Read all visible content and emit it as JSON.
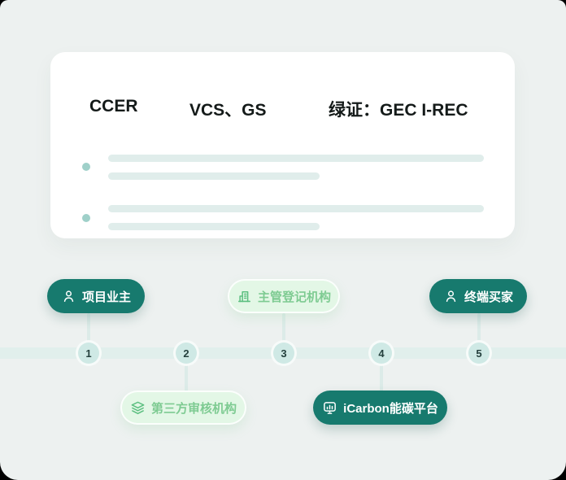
{
  "card": {
    "headers": [
      {
        "label": "CCER"
      },
      {
        "label": "VCS、GS"
      },
      {
        "label": "绿证：GEC I-REC"
      }
    ],
    "skeleton_rows": 2
  },
  "timeline": {
    "steps": [
      {
        "number": "1",
        "label": "项目业主",
        "variant": "dark",
        "side": "top",
        "icon": "user-icon"
      },
      {
        "number": "2",
        "label": "第三方审核机构",
        "variant": "light",
        "side": "bottom",
        "icon": "layers-icon"
      },
      {
        "number": "3",
        "label": "主管登记机构",
        "variant": "light",
        "side": "top",
        "icon": "building-icon"
      },
      {
        "number": "4",
        "label": "iCarbon能碳平台",
        "variant": "dark",
        "side": "bottom",
        "icon": "dashboard-icon"
      },
      {
        "number": "5",
        "label": "终端买家",
        "variant": "dark",
        "side": "top",
        "icon": "user-icon"
      }
    ]
  },
  "colors": {
    "page_bg": "#edf1f0",
    "dark_pill": "#177a6e",
    "light_pill_bg": "#e3f7e6",
    "light_pill_text": "#7ecb92",
    "light_pill_icon": "#5cbf80",
    "skeleton_bar": "#e0edeb",
    "bullet_dot": "#9fd0c9",
    "timeline_band": "#e1efec",
    "connector": "#dcebe8",
    "badge_bg": "#cfe9e5",
    "badge_text": "#24403d"
  }
}
